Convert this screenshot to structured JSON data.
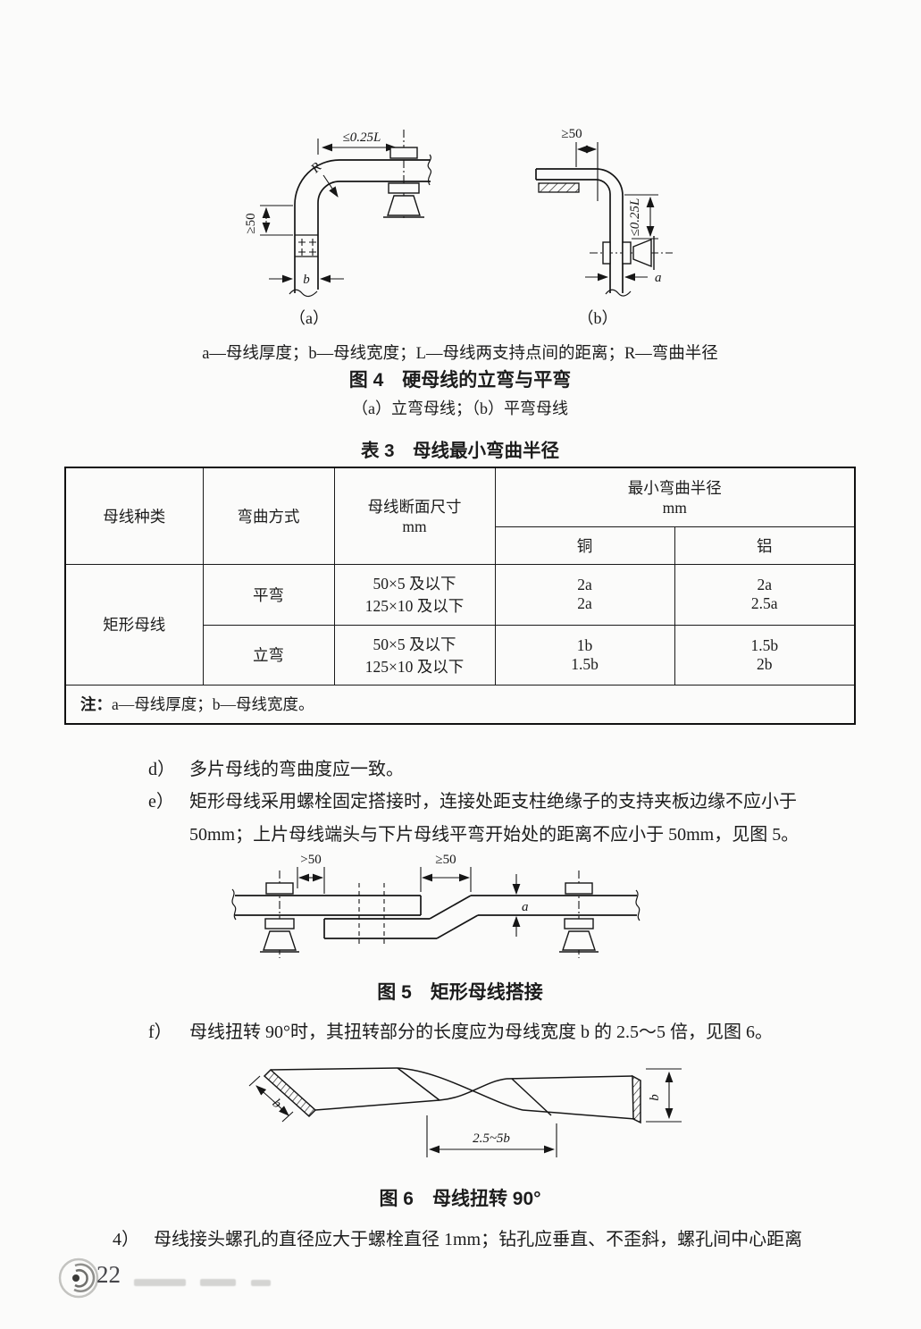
{
  "figure4": {
    "a": {
      "dim_top": "≤0.25L",
      "radius": "R",
      "dim_left": "≥50",
      "dim_width": "b",
      "caption": "（a）"
    },
    "b": {
      "dim_top": "≥50",
      "dim_side": "≤0.25L",
      "dim_width": "a",
      "caption": "（b）"
    },
    "legend": "a—母线厚度；b—母线宽度；L—母线两支持点间的距离；R—弯曲半径",
    "title": "图 4　硬母线的立弯与平弯",
    "subtitle": "（a）立弯母线；（b）平弯母线"
  },
  "table3": {
    "title": "表 3　母线最小弯曲半径",
    "col_busbar_type": "母线种类",
    "col_bend_method": "弯曲方式",
    "col_section_line1": "母线断面尺寸",
    "col_section_line2": "mm",
    "col_radius_line1": "最小弯曲半径",
    "col_radius_line2": "mm",
    "col_copper": "铜",
    "col_aluminum": "铝",
    "busbar_type": "矩形母线",
    "rows": [
      {
        "method": "平弯",
        "size1": "50×5 及以下",
        "size2": "125×10 及以下",
        "cu1": "2a",
        "cu2": "2a",
        "al1": "2a",
        "al2": "2.5a"
      },
      {
        "method": "立弯",
        "size1": "50×5 及以下",
        "size2": "125×10 及以下",
        "cu1": "1b",
        "cu2": "1.5b",
        "al1": "1.5b",
        "al2": "2b"
      }
    ],
    "note_label": "注：",
    "note_text": "a—母线厚度；b—母线宽度。"
  },
  "items": {
    "d_marker": "d）",
    "d_text": "多片母线的弯曲度应一致。",
    "e_marker": "e）",
    "e_text": "矩形母线采用螺栓固定搭接时，连接处距支柱绝缘子的支持夹板边缘不应小于 50mm；上片母线端头与下片母线平弯开始处的距离不应小于 50mm，见图 5。",
    "f_marker": "f）",
    "f_text": "母线扭转 90°时，其扭转部分的长度应为母线宽度 b 的 2.5～5 倍，见图 6。",
    "n4_marker": "4）",
    "n4_text": "母线接头螺孔的直径应大于螺栓直径 1mm；钻孔应垂直、不歪斜，螺孔间中心距离"
  },
  "figure5": {
    "dim_left": ">50",
    "dim_right": "≥50",
    "dim_thickness": "a",
    "title": "图 5　矩形母线搭接"
  },
  "figure6": {
    "dim_width": "b",
    "dim_length": "2.5~5b",
    "dim_height": "b",
    "title": "图 6　母线扭转 90°"
  },
  "footer": {
    "page_number": "22"
  }
}
